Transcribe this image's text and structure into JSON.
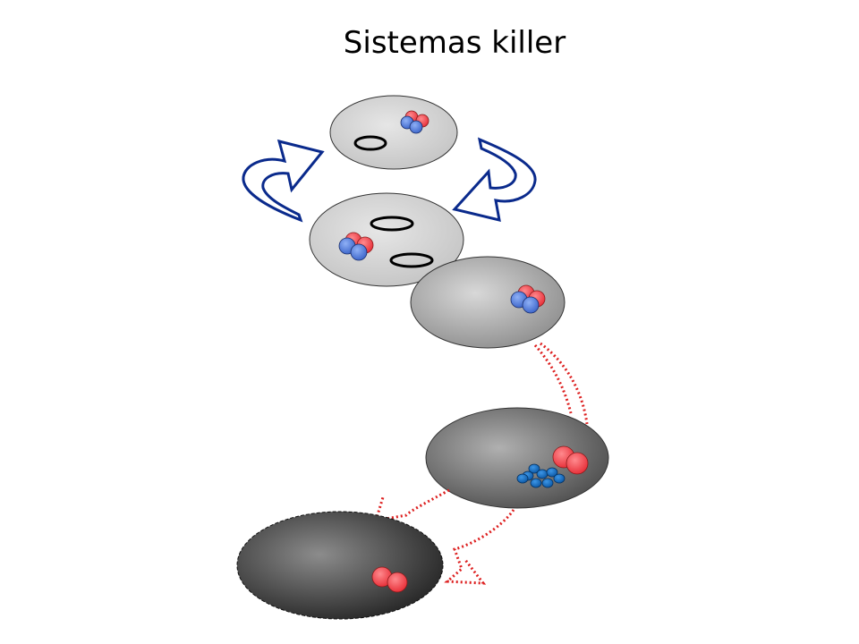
{
  "title": "Sistemas killer",
  "colors": {
    "toxin": "#f0484f",
    "antitoxin": "#4a78d8",
    "degraded_antitoxin": "#1f6fc0",
    "arrow": "#0a2a8c",
    "dotted_arrow": "#dd1f1f"
  },
  "cells": [
    {
      "name": "cell-with-plasmid-top",
      "state": "plasmid",
      "shade": "light"
    },
    {
      "name": "cell-dividing",
      "state": "plasmid",
      "shade": "light"
    },
    {
      "name": "cell-plasmid-lost",
      "state": "no-plasmid",
      "shade": "medium"
    },
    {
      "name": "cell-antitoxin-degraded",
      "state": "degraded",
      "shade": "dark"
    },
    {
      "name": "cell-dead",
      "state": "dead",
      "shade": "darkest"
    }
  ]
}
